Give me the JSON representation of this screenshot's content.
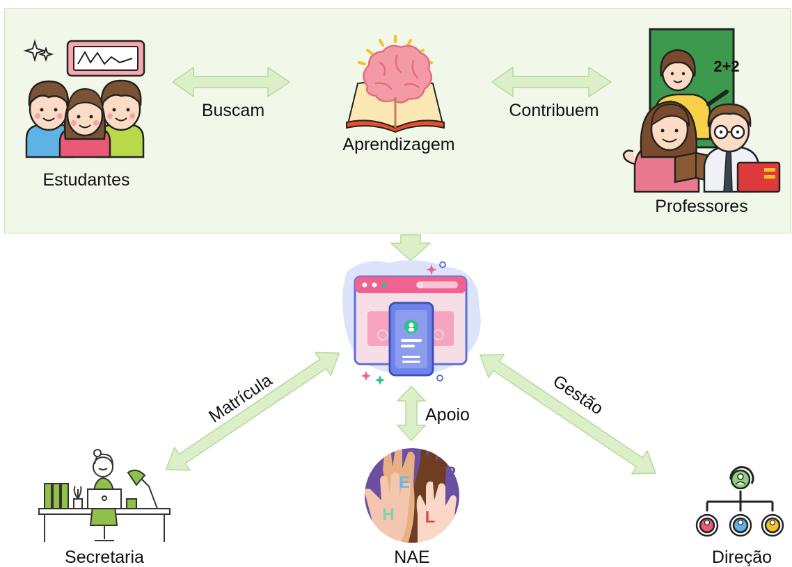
{
  "nodes": {
    "estudantes": "Estudantes",
    "aprendizagem": "Aprendizagem",
    "professores": "Professores",
    "secretaria": "Secretaria",
    "nae": "NAE",
    "direcao": "Direção"
  },
  "edges": {
    "buscam": "Buscam",
    "contribuem": "Contribuem",
    "matricula": "Matrícula",
    "apoio": "Apoio",
    "gestao": "Gestão"
  },
  "board_text": "2+2",
  "nae_letters": [
    "H",
    "E",
    "L",
    "P"
  ],
  "colors": {
    "panel_bg": "#f1f8ea",
    "panel_border": "#cfe6b9",
    "arrow_fill": "#dcefc9",
    "arrow_stroke": "#b5d99a",
    "platform_pink": "#f06292",
    "platform_blue": "#5b6ee1"
  }
}
